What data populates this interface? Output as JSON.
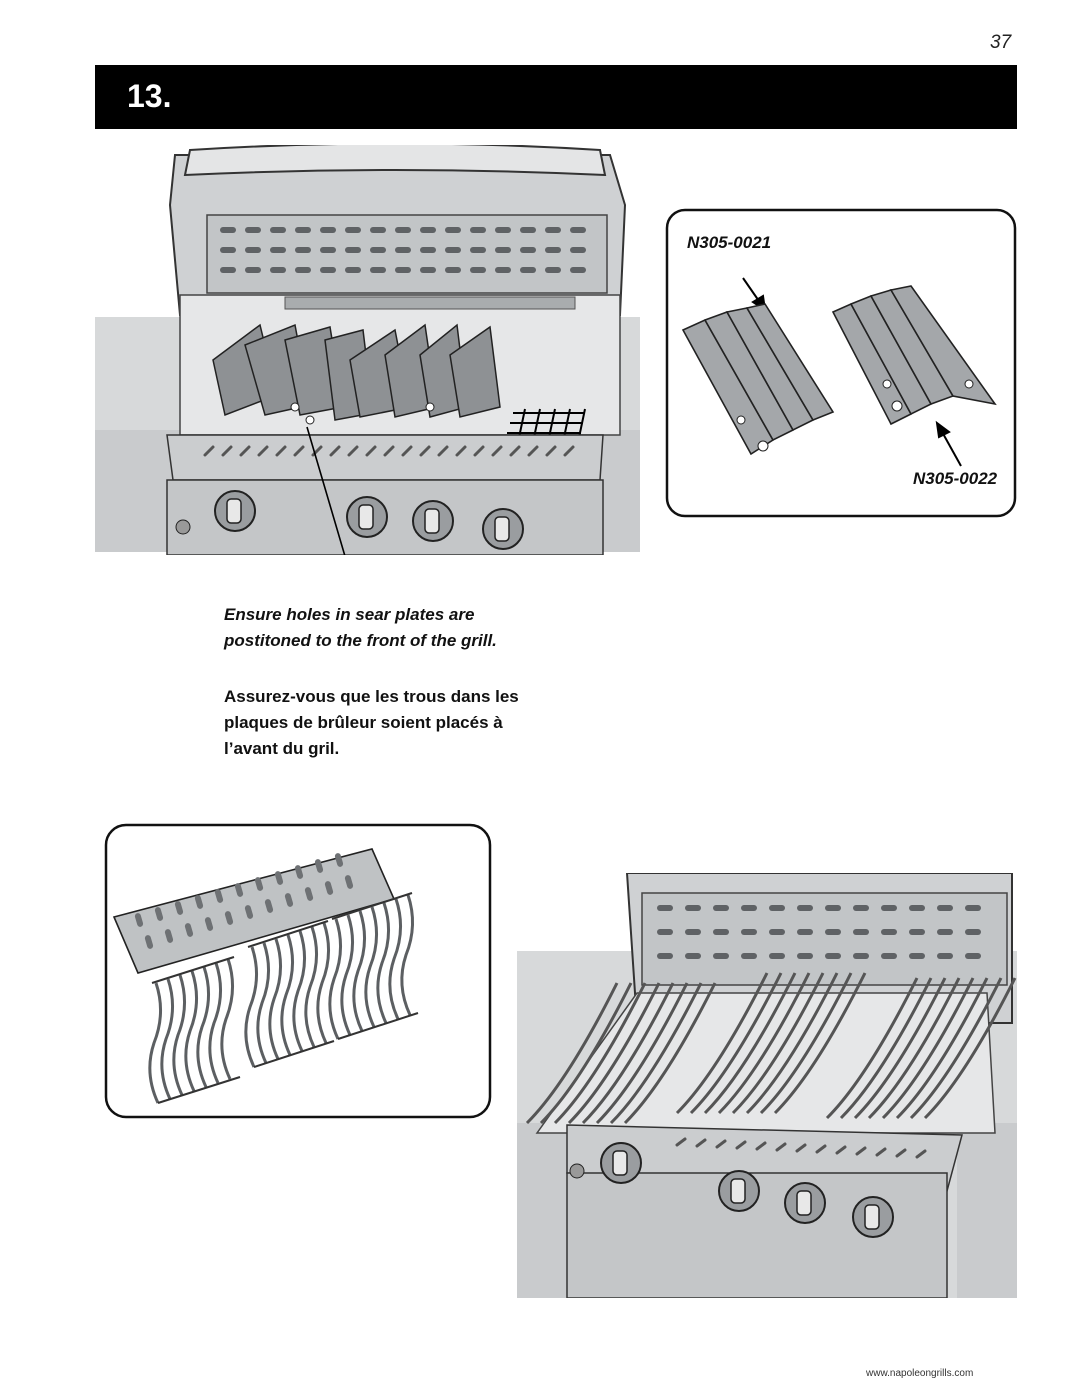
{
  "page": {
    "number": "37",
    "step": "13."
  },
  "parts": {
    "left_label": "N305-0021",
    "right_label": "N305-0022"
  },
  "instructions": {
    "english": "Ensure holes in sear plates are postitoned to the front of the grill.",
    "french": "Assurez-vous que les trous dans les plaques de brûleur soient placés à l’avant du gril."
  },
  "footer": {
    "url": "www.napoleongrills.com"
  },
  "colors": {
    "bar": "#000000",
    "metal": "#b9bcbe",
    "metal_dark": "#6f7275",
    "ink": "#111111"
  },
  "icons": {
    "knob": "knob-icon",
    "arrow": "arrow-icon"
  }
}
